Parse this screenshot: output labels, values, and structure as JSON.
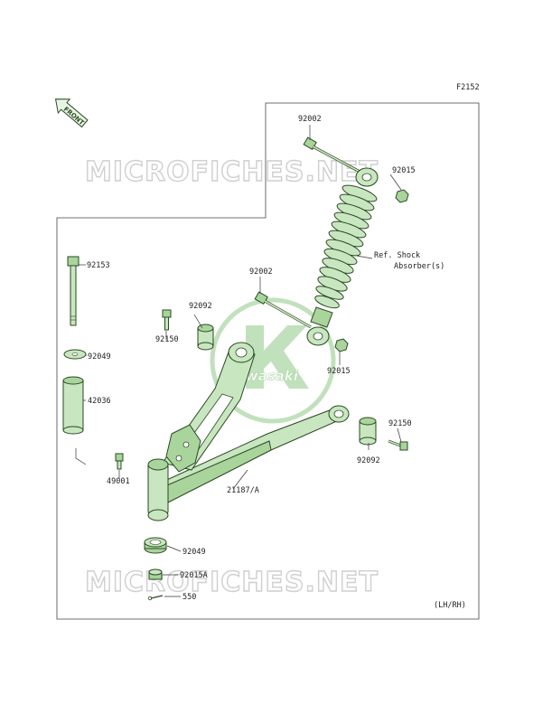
{
  "diagram_code": "F2152",
  "front_label": "FRONT",
  "watermark": {
    "top": "MICROFICHES.NET",
    "bottom": "MICROFICHES.NET"
  },
  "logo_text": "Kawasaki",
  "variant_note": "(LH/RH)",
  "callouts": {
    "c92002_top": "92002",
    "c92015_top": "92015",
    "ref_line1": "Ref. Shock",
    "ref_line2": "Absorber(s)",
    "c92153": "92153",
    "c92002_mid": "92002",
    "c92092_left": "92092",
    "c92150_left": "92150",
    "c92015_mid": "92015",
    "c92049_top": "92049",
    "c42036": "42036",
    "c92150_right": "92150",
    "c92092_right": "92092",
    "c49001": "49001",
    "c21187A": "21187/A",
    "c92049_bot": "92049",
    "c92015A": "92015A",
    "c550": "550"
  }
}
